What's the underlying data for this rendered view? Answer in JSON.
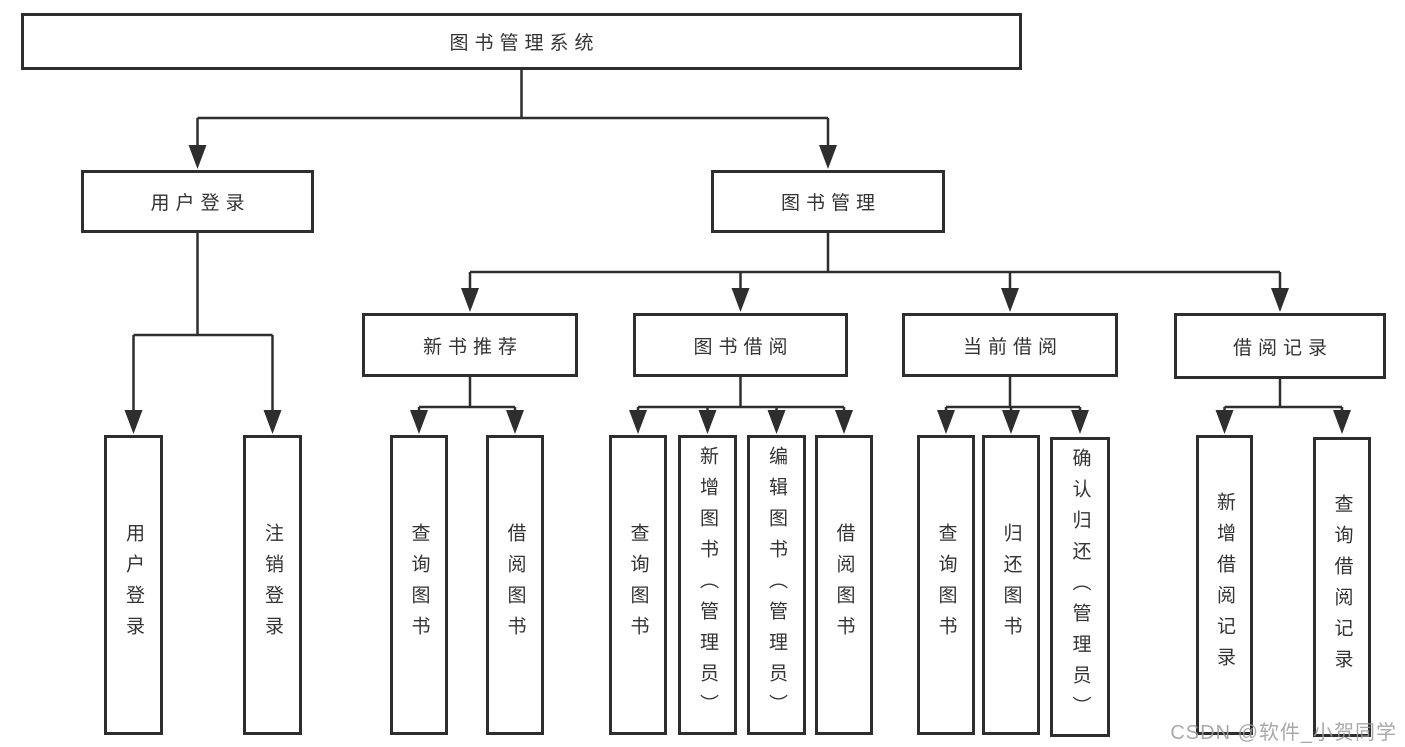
{
  "diagram": {
    "type": "hierarchy-diagram",
    "title": "图书管理系统"
  },
  "tree": {
    "label": "图书管理系统",
    "children": [
      {
        "label": "用户登录",
        "children": [
          {
            "label": "用户登录"
          },
          {
            "label": "注销登录"
          }
        ]
      },
      {
        "label": "图书管理",
        "children": [
          {
            "label": "新书推荐",
            "children": [
              {
                "label": "查询图书"
              },
              {
                "label": "借阅图书"
              }
            ]
          },
          {
            "label": "图书借阅",
            "children": [
              {
                "label": "查询图书"
              },
              {
                "label": "新增图书（管理员）"
              },
              {
                "label": "编辑图书（管理员）"
              },
              {
                "label": "借阅图书"
              }
            ]
          },
          {
            "label": "当前借阅",
            "children": [
              {
                "label": "查询图书"
              },
              {
                "label": "归还图书"
              },
              {
                "label": "确认归还（管理员）"
              }
            ]
          },
          {
            "label": "借阅记录",
            "children": [
              {
                "label": "新增借阅记录"
              },
              {
                "label": "查询借阅记录"
              }
            ]
          }
        ]
      }
    ]
  },
  "watermark": {
    "text": "CSDN @软件_小贺同学"
  },
  "colors": {
    "line": "#2e2e2e",
    "box_border": "#2e2e2e",
    "text": "#333333",
    "background": "#ffffff",
    "watermark": "#9b9b9b"
  }
}
